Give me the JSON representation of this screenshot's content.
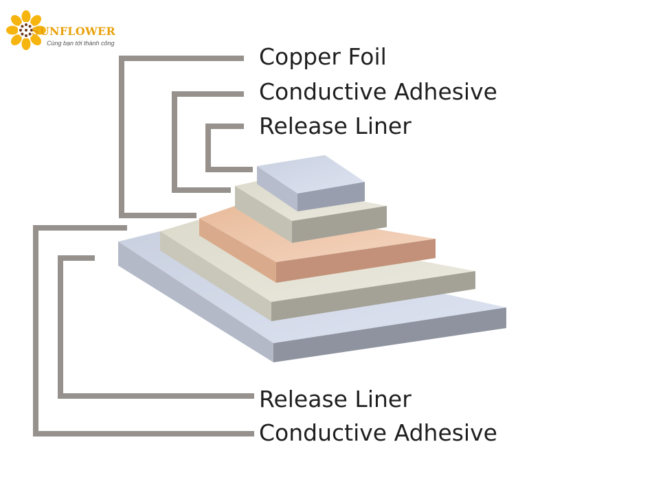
{
  "logo": {
    "brand": "SUNFLOWER",
    "tagline": "Cùng bạn tới thành công"
  },
  "labels_top": [
    "Copper Foil",
    "Conductive Adhesive",
    "Release Liner"
  ],
  "labels_bottom": [
    "Release Liner",
    "Conductive Adhesive"
  ],
  "colors": {
    "connector": "#96918c",
    "sunflower_petal": "#f6b40e",
    "sunflower_seed": "#6b3a1f",
    "layer_release_liner": "#d0d7e6",
    "layer_conductive_adhesive": "#e2e0d3",
    "layer_copper_foil": "#eec7ad"
  }
}
